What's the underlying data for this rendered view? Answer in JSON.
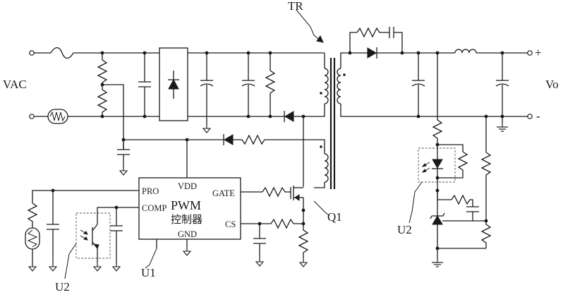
{
  "labels": {
    "vac": "VAC",
    "vo": "Vo",
    "plus": "+",
    "minus": "-",
    "tr": "TR",
    "q1": "Q1",
    "u1": "U1",
    "u2_left": "U2",
    "u2_right": "U2"
  },
  "ic": {
    "pro": "PRO",
    "comp": "COMP",
    "vdd": "VDD",
    "gate": "GATE",
    "cs": "CS",
    "gnd": "GND",
    "title": "PWM",
    "subtitle": "控制器"
  }
}
